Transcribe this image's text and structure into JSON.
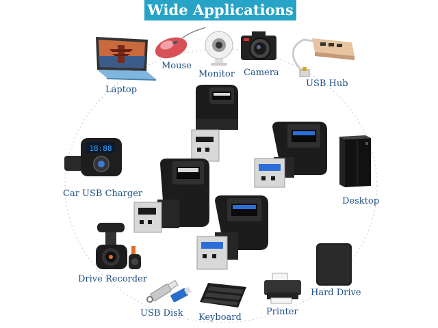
{
  "banner": {
    "title": "Wide Applications",
    "bg": "#27a3c6",
    "color": "#ffffff"
  },
  "label_color": "#1f4f86",
  "devices": {
    "laptop": "Laptop",
    "mouse": "Mouse",
    "monitor": "Monitor",
    "camera": "Camera",
    "usb_hub": "USB Hub",
    "car_charger": "Car USB Charger",
    "desktop": "Desktop",
    "drive_recorder": "Drive Recorder",
    "hard_drive": "Hard Drive",
    "usb_disk": "USB Disk",
    "keyboard": "Keyboard",
    "printer": "Printer"
  },
  "icons": [
    "laptop-icon",
    "mouse-icon",
    "webcam-icon",
    "camera-icon",
    "usb-hub-icon",
    "car-charger-icon",
    "desktop-tower-icon",
    "dashcam-icon",
    "hard-drive-icon",
    "usb-disk-icon",
    "keyboard-icon",
    "printer-icon",
    "usb-adapter-icon"
  ]
}
